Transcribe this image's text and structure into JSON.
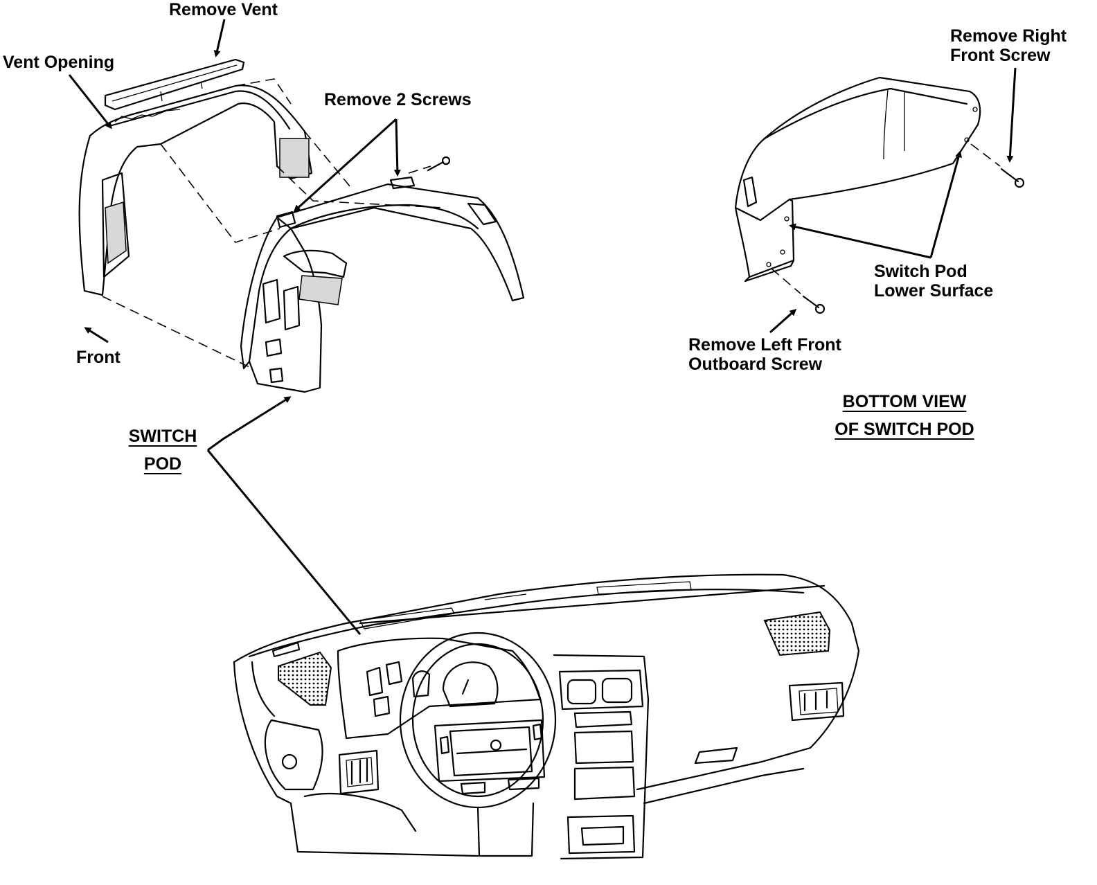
{
  "labels": {
    "remove_vent": "Remove Vent",
    "vent_opening": "Vent Opening",
    "remove_2_screws": "Remove 2 Screws",
    "front": "Front",
    "switch_pod_1": "SWITCH",
    "switch_pod_2": "POD",
    "remove_right_front_screw_1": "Remove Right",
    "remove_right_front_screw_2": "Front Screw",
    "switch_pod_lower_surface_1": "Switch Pod",
    "switch_pod_lower_surface_2": "Lower Surface",
    "remove_left_front_outboard_screw_1": "Remove Left Front",
    "remove_left_front_outboard_screw_2": "Outboard Screw",
    "bottom_view_1": "BOTTOM VIEW",
    "bottom_view_2": "OF SWITCH POD"
  },
  "colors": {
    "ink": "#000000",
    "paper": "#ffffff",
    "stipple": "#d8d8d8"
  }
}
